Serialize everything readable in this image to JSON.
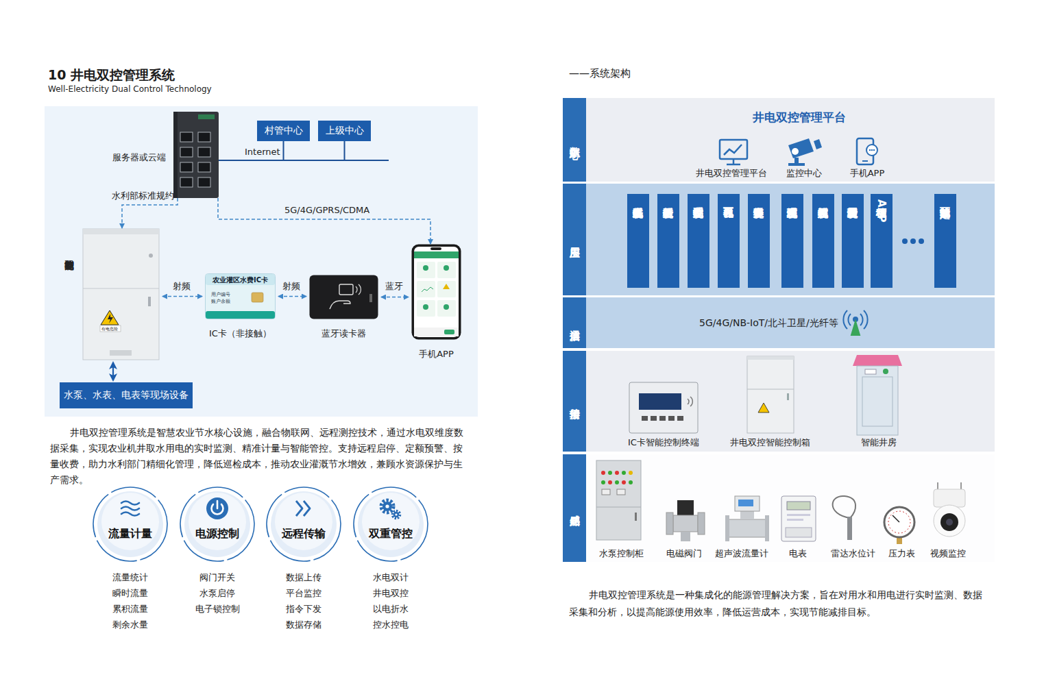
{
  "diagram": {
    "title": "10 井电双控管理系统",
    "nodes": [
      {
        "text": [
          "服务器或云端"
        ]
      },
      {
        "text": [
          "村管中心"
        ]
      },
      {
        "text": [
          "上级中心"
        ]
      },
      {
        "text": [
          "井电双控智能控制箱"
        ]
      },
      {
        "text": [
          "农业灌区水费IC卡",
          "用户编号",
          "账户余额",
          "IC卡（非接触）"
        ]
      },
      {
        "text": [
          "蓝牙读卡器"
        ]
      },
      {
        "text": [
          "手机APP"
        ]
      },
      {
        "text": [
          "水泵、水表、电表等现场设备"
        ]
      },
      {
        "text": [
          "流量计量"
        ]
      },
      {
        "text": [
          "电源控制"
        ]
      },
      {
        "text": [
          "远程传输"
        ]
      },
      {
        "text": [
          "双重管控"
        ]
      },
      {
        "text": [
          "数据中心",
          "井电双控管理平台"
        ]
      },
      {
        "text": [
          "应用层"
        ]
      },
      {
        "text": [
          "水电数据采集系统"
        ],
        "in": 13
      },
      {
        "text": [
          "数据分析系统"
        ],
        "in": 13
      },
      {
        "text": [
          "远程控制系统"
        ],
        "in": 13
      },
      {
        "text": [
          "可视化界面"
        ],
        "in": 13
      },
      {
        "text": [
          "异常告警系统"
        ],
        "in": 13
      },
      {
        "text": [
          "灌区地理信息系统"
        ],
        "in": 13
      },
      {
        "text": [
          "视频监控系统"
        ],
        "in": 13
      },
      {
        "text": [
          "费用计收管理系统"
        ],
        "in": 13
      },
      {
        "text": [
          "手机移动APP"
        ],
        "in": 13
      },
      {
        "text": [
          "其他可定制功能"
        ],
        "in": 13
      },
      {
        "text": [
          "通信层",
          "5G/4G/NB-IoT/北斗卫星/光纤等"
        ]
      },
      {
        "text": [
          "传输层"
        ]
      },
      {
        "text": [
          "感知层"
        ]
      }
    ],
    "edges": [
      {
        "from": 0,
        "to": 3,
        "label": "水利部标准规约",
        "arrow": "to"
      },
      {
        "from": 0,
        "to": 6,
        "label": "5G/4G/GPRS/CDMA",
        "arrow": "to"
      },
      {
        "from": 3,
        "to": 4,
        "label": "射频",
        "arrow": "both"
      },
      {
        "from": 4,
        "to": 5,
        "label": "射频",
        "arrow": "both"
      },
      {
        "from": 5,
        "to": 6,
        "label": "蓝牙",
        "arrow": "both"
      },
      {
        "from": 3,
        "to": 7,
        "arrow": "both"
      },
      {
        "from": 0,
        "to": 1,
        "label": "Internet",
        "arrow": "none"
      },
      {
        "from": 0,
        "to": 2,
        "arrow": "none"
      }
    ],
    "labels": [
      "Well-Electricity Dual Control Technology",
      "有电危险",
      "井电双控管理系统是智慧农业节水核心设施，融合物联网、远程测控技术，通过水电双维度数据采集，实现农业机井取水用电的实时监测、精准计量与智能管控。支持远程启停、定额预警、按量收费，助力水利部门精细化管理，降低巡检成本，推动农业灌溉节水增效，兼顾水资源保护与生产需求。",
      "流量统计",
      "瞬时流量",
      "累积流量",
      "剩余水量",
      "阀门开关",
      "水泵启停",
      "电子锁控制",
      "数据上传",
      "平台监控",
      "指令下发",
      "数据存储",
      "水电双计",
      "井电双控",
      "以电折水",
      "控水控电",
      "——系统架构",
      "井电双控管理平台",
      "监控中心",
      "手机APP",
      "IC卡智能控制终端",
      "井电双控智能控制箱",
      "智能井房",
      "水泵控制柜",
      "电磁阀门",
      "超声波流量计",
      "电表",
      "雷达水位计",
      "压力表",
      "视频监控",
      "井电双控管理系统是一种集成化的能源管理解决方案，旨在对用水和用电进行实时监测、数据采集和分析，以提高能源使用效率，降低运营成本，实现节能减排目标。"
    ]
  }
}
